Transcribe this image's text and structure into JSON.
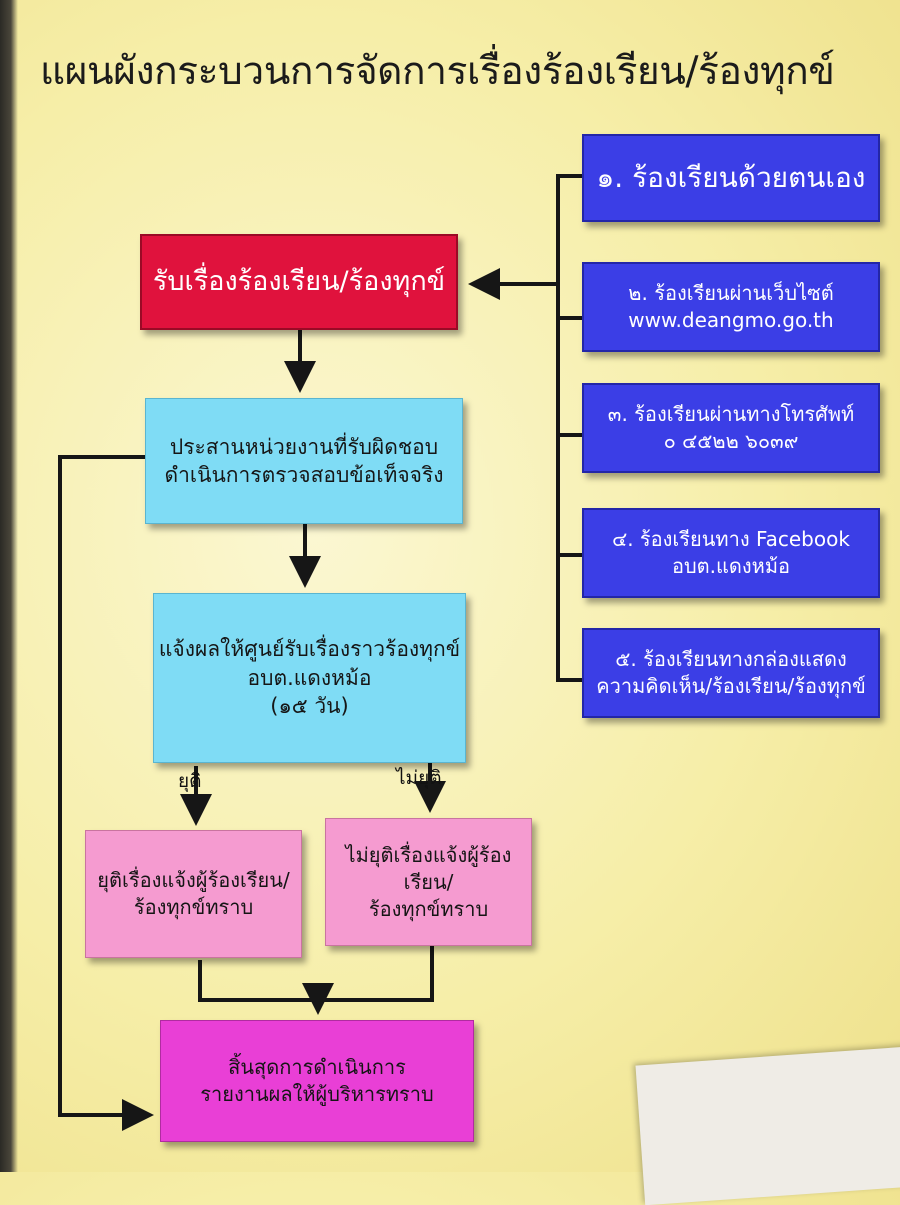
{
  "title": "แผนผังกระบวนการจัดการเรื่องร้องเรียน/ร้องทุกข์",
  "receive": "รับเรื่องร้องเรียน/ร้องทุกข์",
  "coordinate": {
    "line1": "ประสานหน่วยงานที่รับผิดชอบ",
    "line2": "ดำเนินการตรวจสอบข้อเท็จจริง"
  },
  "notify": {
    "line1": "แจ้งผลให้ศูนย์รับเรื่องราวร้องทุกข์",
    "line2": "อบต.แดงหม้อ",
    "line3": "(๑๕ วัน)"
  },
  "branch_labels": {
    "stop": "ยุติ",
    "not_stop": "ไม่ยุติ"
  },
  "stop_box": {
    "line1": "ยุติเรื่องแจ้งผู้ร้องเรียน/",
    "line2": "ร้องทุกข์ทราบ"
  },
  "not_stop_box": {
    "line1": "ไม่ยุติเรื่องแจ้งผู้ร้องเรียน/",
    "line2": "ร้องทุกข์ทราบ"
  },
  "end_box": {
    "line1": "สิ้นสุดการดำเนินการ",
    "line2": "รายงานผลให้ผู้บริหารทราบ"
  },
  "channels": [
    {
      "line1": "๑. ร้องเรียนด้วยตนเอง",
      "line2": ""
    },
    {
      "line1": "๒. ร้องเรียนผ่านเว็บไซต์",
      "line2": "www.deangmo.go.th"
    },
    {
      "line1": "๓. ร้องเรียนผ่านทางโทรศัพท์",
      "line2": "๐ ๔๕๒๒ ๖๐๓๙"
    },
    {
      "line1": "๔. ร้องเรียนทาง Facebook",
      "line2": "อบต.แดงหม้อ"
    },
    {
      "line1": "๕. ร้องเรียนทางกล่องแสดง",
      "line2": "ความคิดเห็น/ร้องเรียน/ร้องทุกข์"
    }
  ],
  "colors": {
    "receive": "#e0123d",
    "process": "#7fdcf5",
    "channel": "#3b3ee6",
    "result": "#f59bd0",
    "end": "#e93fd6",
    "arrow": "#161616"
  }
}
